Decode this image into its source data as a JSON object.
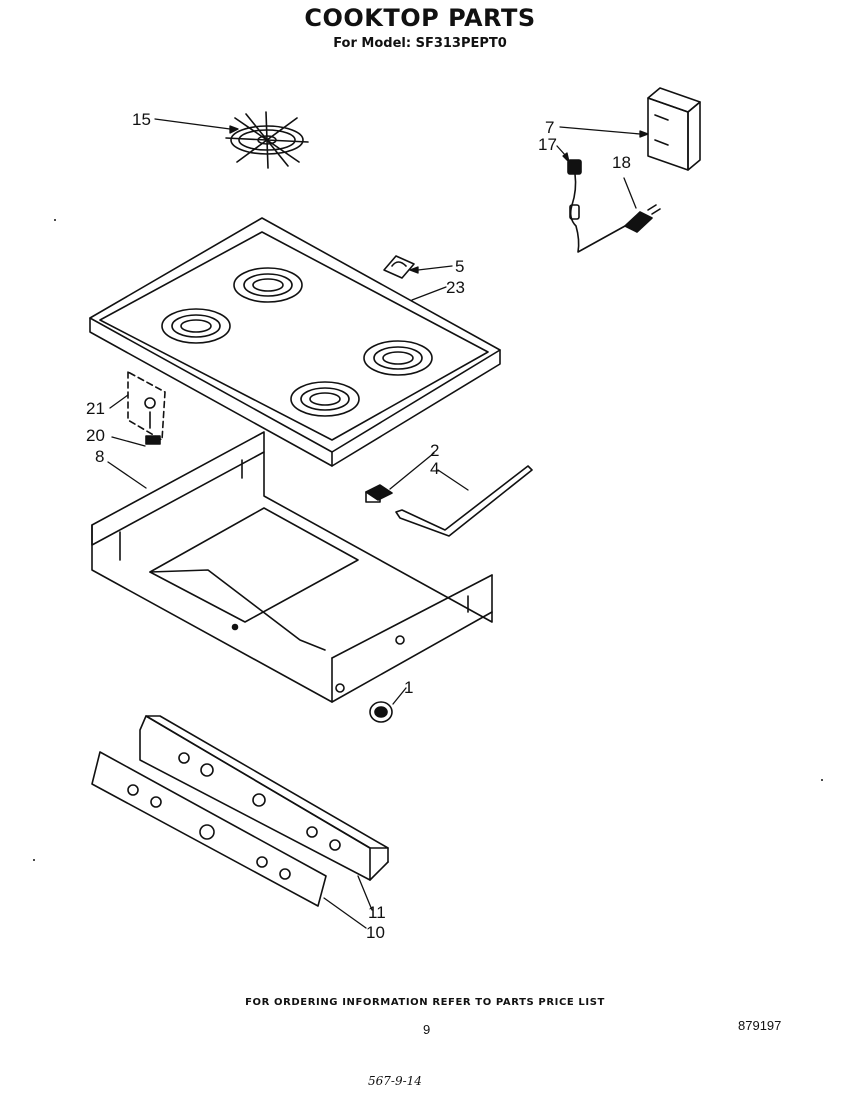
{
  "header": {
    "title": "COOKTOP PARTS",
    "subtitle": "For Model: SF313PEPT0"
  },
  "callouts": {
    "p1": "1",
    "p2": "2",
    "p4": "4",
    "p5": "5",
    "p7": "7",
    "p8": "8",
    "p10": "10",
    "p11": "11",
    "p15": "15",
    "p17": "17",
    "p18": "18",
    "p20": "20",
    "p21": "21",
    "p23": "23"
  },
  "footer": {
    "ordering_note": "FOR ORDERING INFORMATION REFER TO PARTS PRICE LIST",
    "page_number": "9",
    "document_number": "879197",
    "handwritten_note": "567-9-14"
  }
}
